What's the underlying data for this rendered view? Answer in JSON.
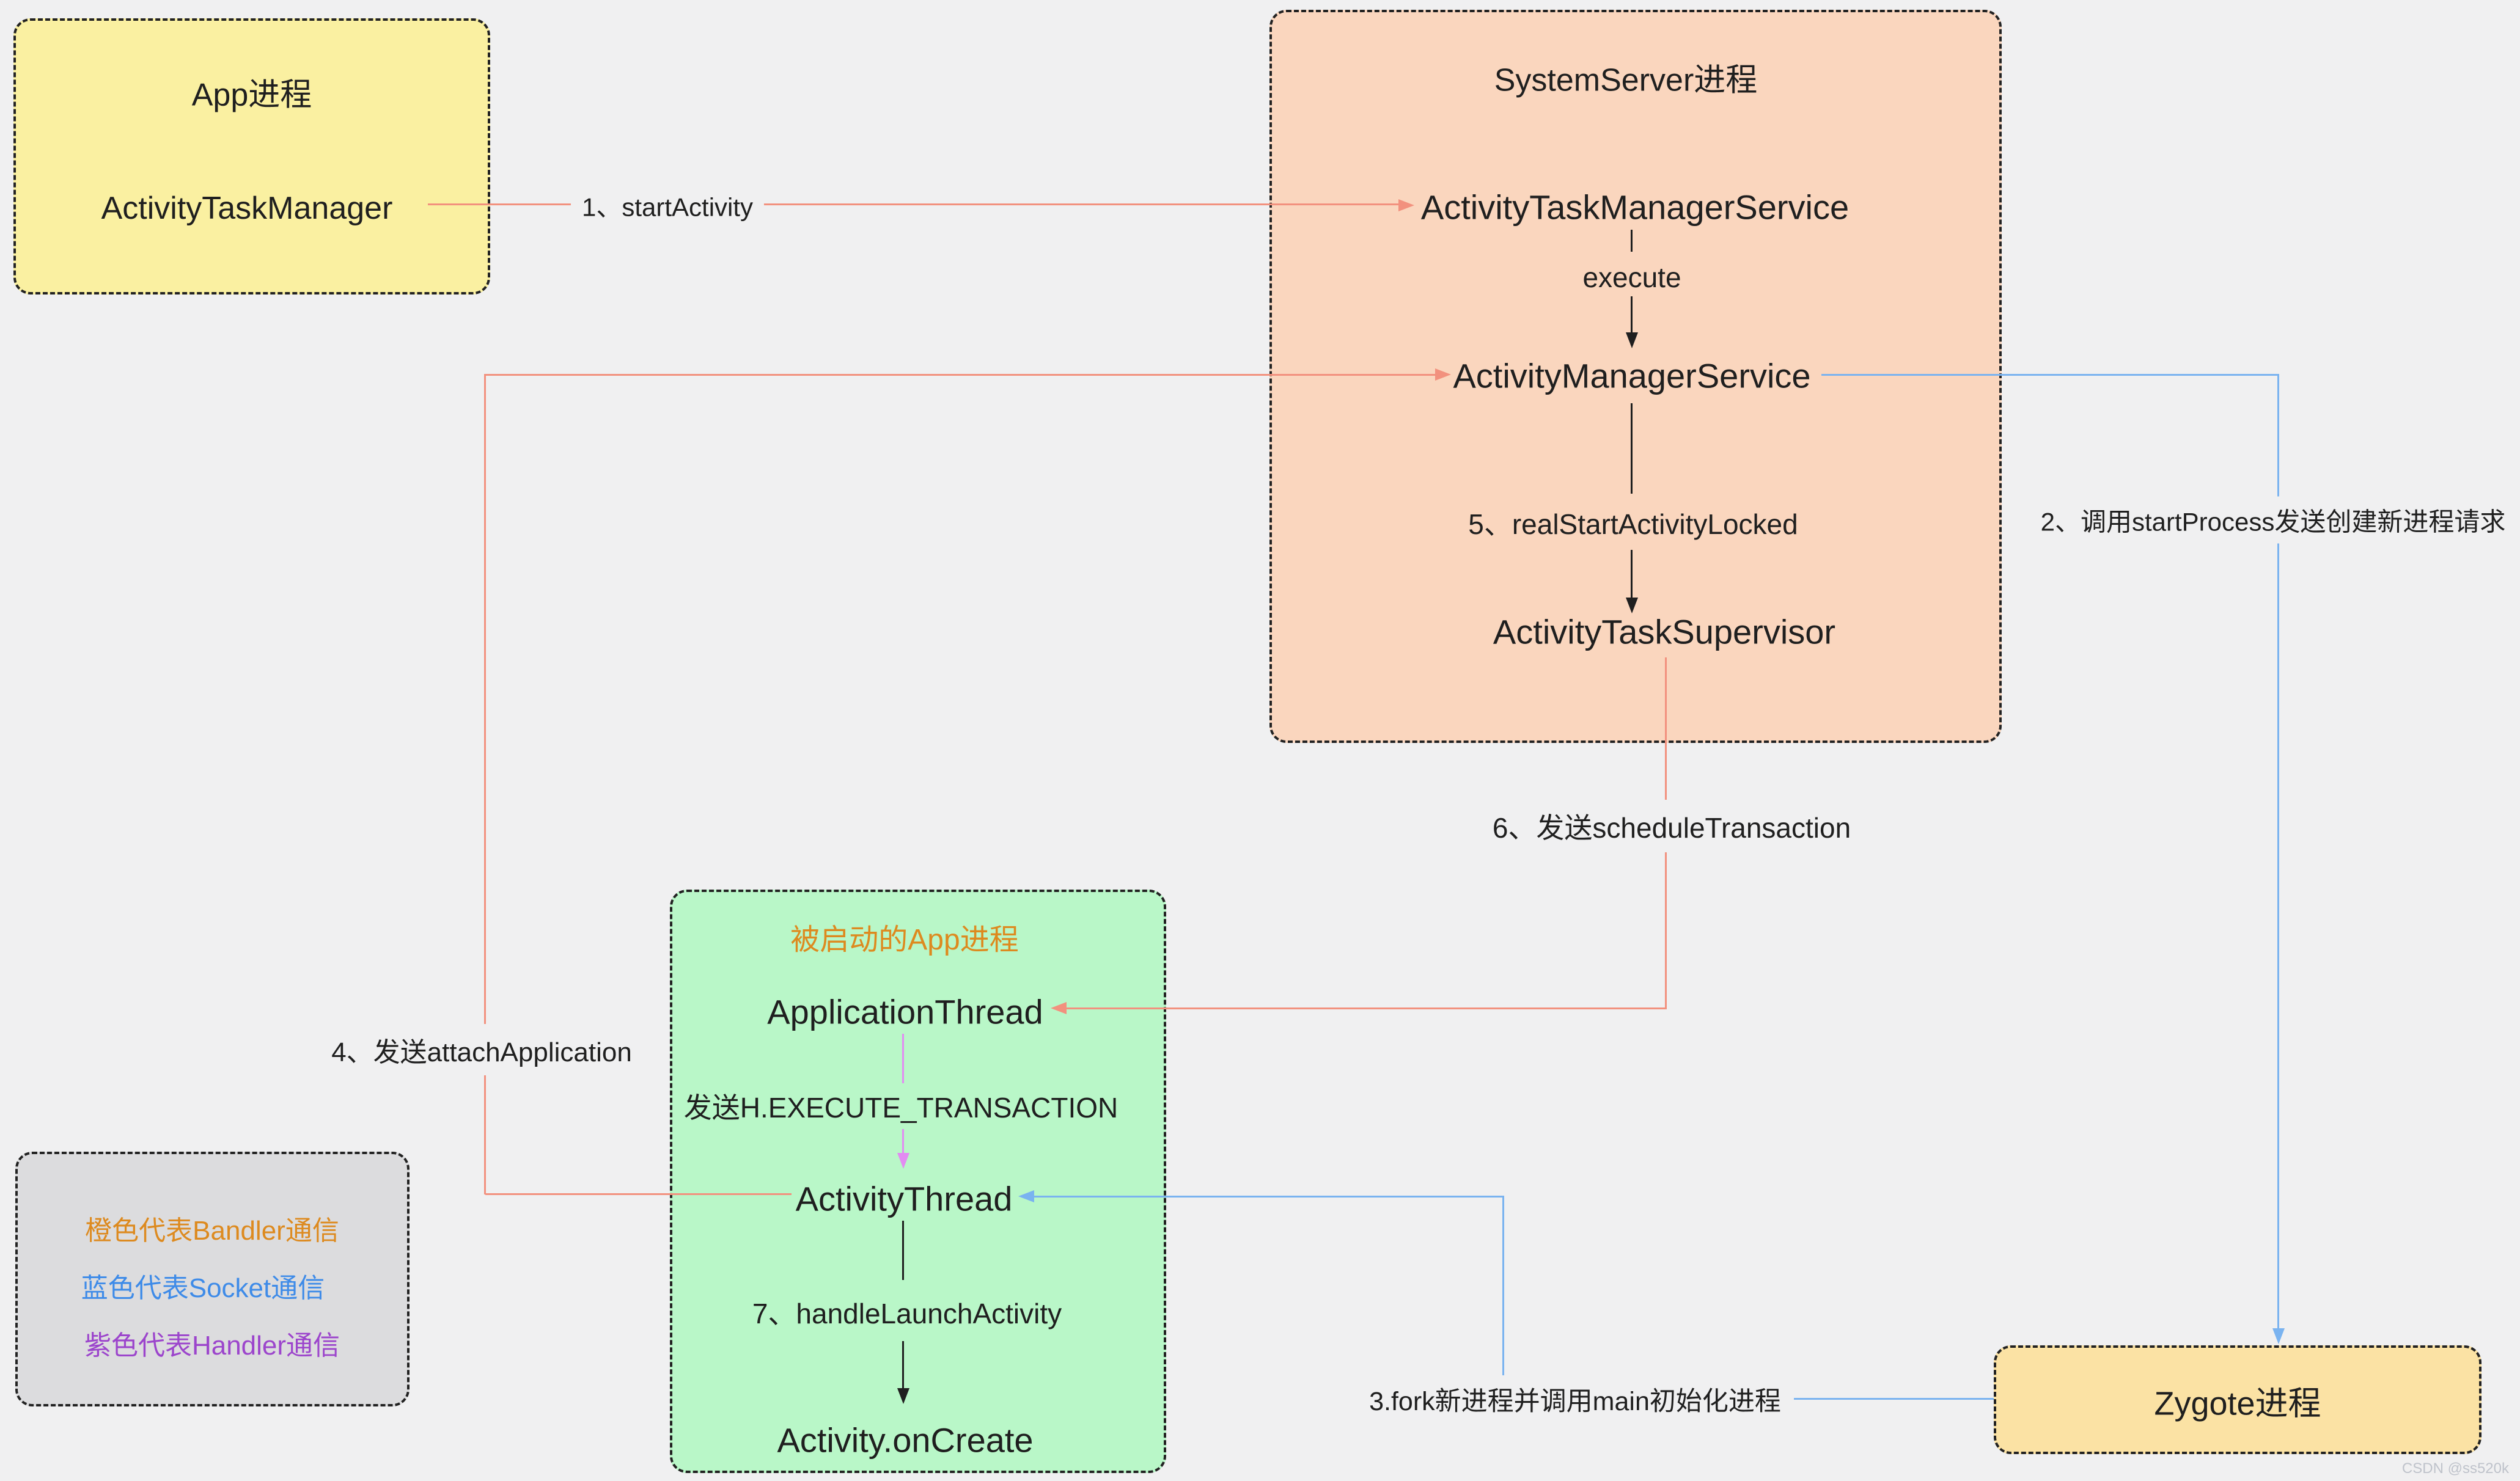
{
  "boxes": {
    "app": {
      "title": "App进程",
      "node": "ActivityTaskManager"
    },
    "system_server": {
      "title": "SystemServer进程",
      "atms": "ActivityTaskManagerService",
      "execute_label": "execute",
      "ams": "ActivityManagerService",
      "step5_label": "5、realStartActivityLocked",
      "supervisor": "ActivityTaskSupervisor"
    },
    "new_app": {
      "title": "被启动的App进程",
      "application_thread": "ApplicationThread",
      "handler_label": "发送H.EXECUTE_TRANSACTION",
      "activity_thread": "ActivityThread",
      "step7_label": "7、handleLaunchActivity",
      "on_create": "Activity.onCreate"
    },
    "zygote": {
      "title": "Zygote进程"
    }
  },
  "edges": {
    "step1": "1、startActivity",
    "step2": "2、调用startProcess发送创建新进程请求",
    "step3": "3.fork新进程并调用main初始化进程",
    "step4": "4、发送attachApplication",
    "step6": "6、发送scheduleTransaction"
  },
  "legend": {
    "items": [
      {
        "label": "橙色代表Bandler通信",
        "color": "#dd8a1f"
      },
      {
        "label": "蓝色代表Socket通信",
        "color": "#3e8be8"
      },
      {
        "label": "紫色代表Handler通信",
        "color": "#9c45cc"
      }
    ]
  },
  "colors": {
    "binder_line": "#f2917e",
    "socket_line": "#7ab3f0",
    "handler_line": "#e28cf2",
    "app_box_fill": "#faf0a1",
    "system_box_fill": "#fad6be",
    "new_app_box_fill": "#b9f7c8",
    "zygote_box_fill": "#fbe2a4",
    "legend_box_fill": "#dcdcde"
  },
  "watermark": {
    "text": "CSDN @ss520k"
  }
}
